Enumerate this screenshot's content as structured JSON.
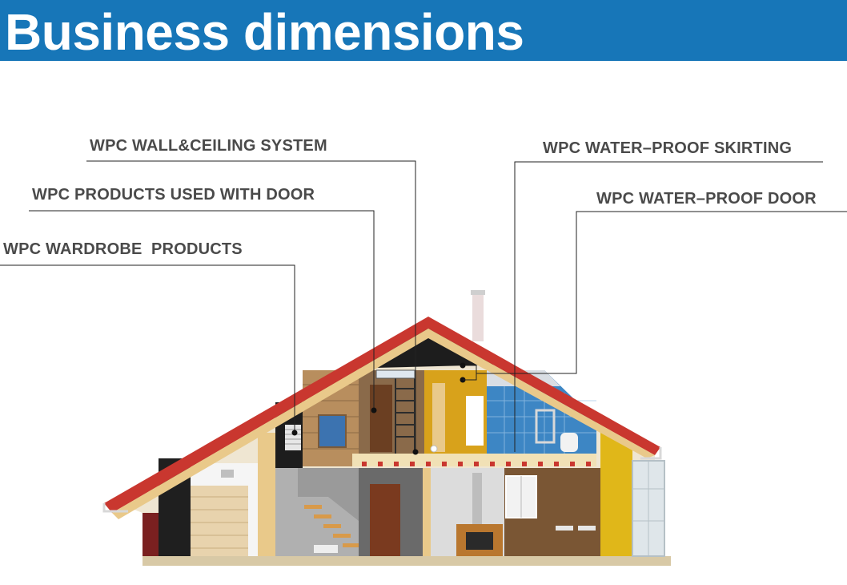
{
  "header": {
    "title": "Business dimensions"
  },
  "callouts": {
    "wall_ceiling": "WPC WALL&CEILING SYSTEM",
    "door_products": "WPC PRODUCTS USED WITH DOOR",
    "wardrobe": "WPC WARDROBE  PRODUCTS",
    "skirting": "WPC WATER–PROOF SKIRTING",
    "waterproof_door": "WPC WATER–PROOF DOOR"
  },
  "colors": {
    "banner": "#1776b8",
    "label_text": "#4a4a4a",
    "roof": "#c9372f",
    "wood": "#e9c98a",
    "bathroom_tile": "#3d86c4",
    "leader_line": "#222222"
  }
}
